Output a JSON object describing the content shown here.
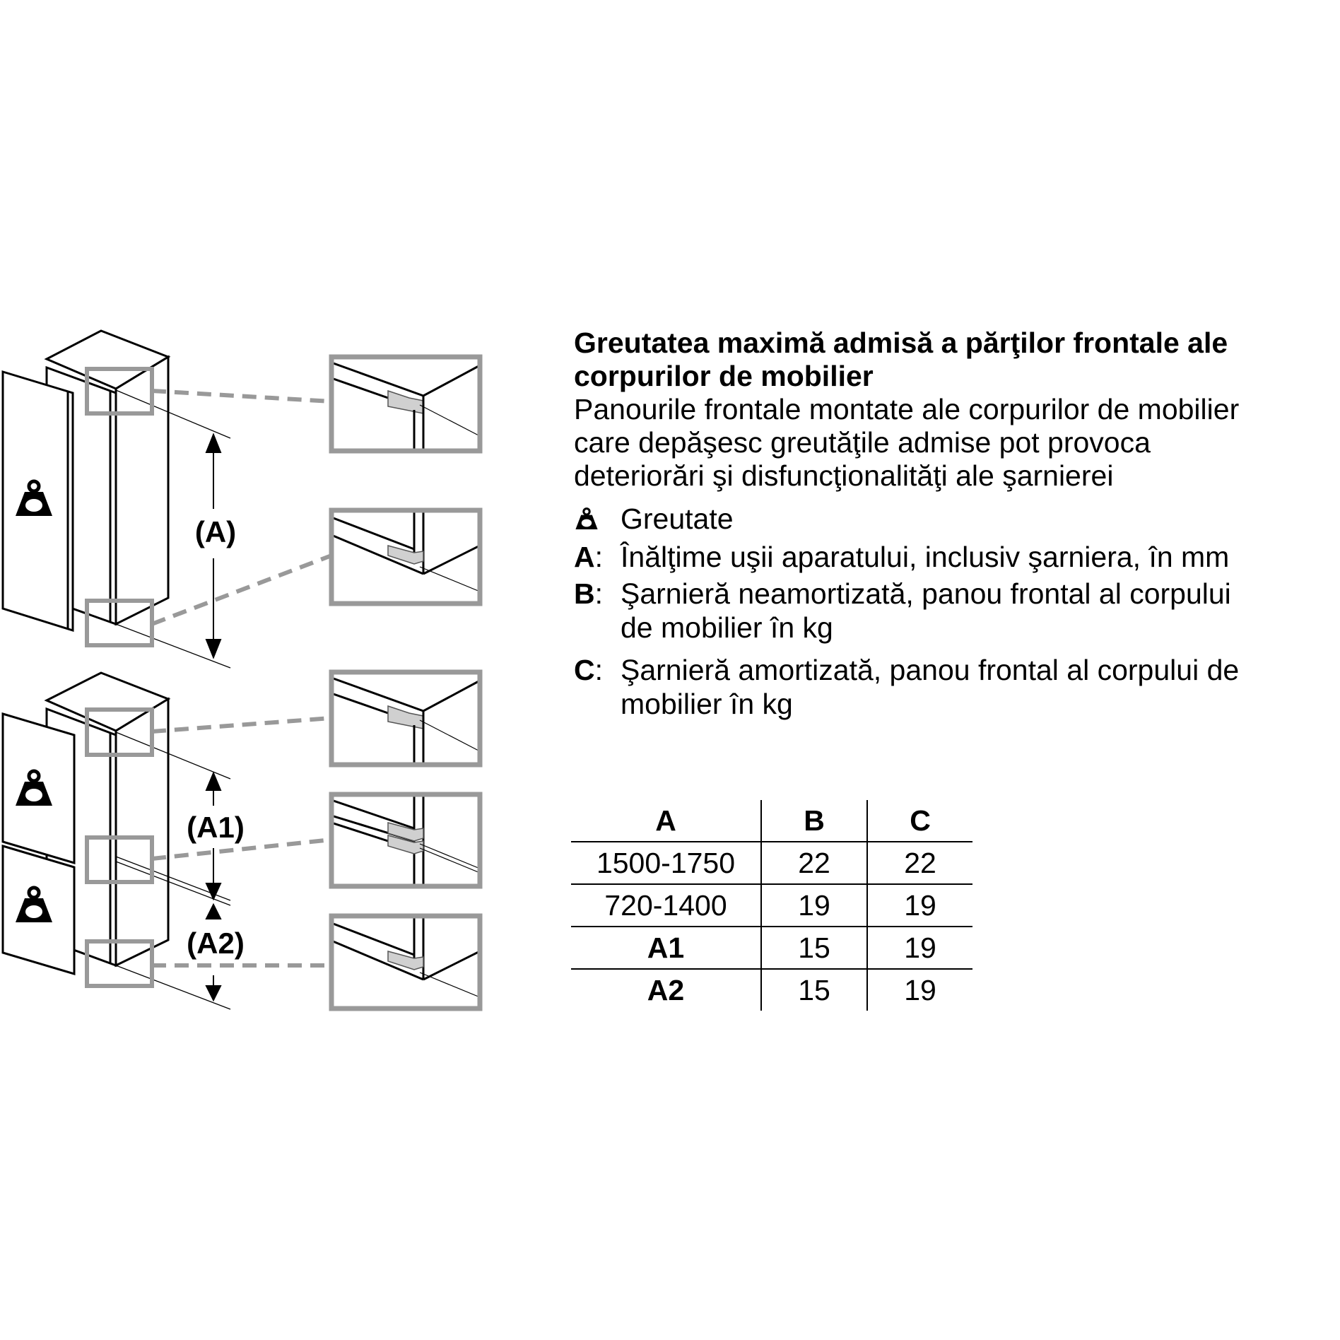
{
  "title": [
    "Greutatea maximă admisă a părţilor frontale ale",
    "corpurilor de mobilier"
  ],
  "body": [
    "Panourile frontale montate ale corpurilor de mobilier",
    "care depăşesc greutăţile admise pot provoca",
    "deteriorări şi disfuncţionalităţi ale şarnierei"
  ],
  "legend": {
    "weight_icon": "weight-icon",
    "weight_label": "Greutate",
    "items": [
      {
        "key": "A",
        "lines": [
          "Înălţime uşii aparatului, inclusiv şarniera, în mm"
        ]
      },
      {
        "key": "B",
        "lines": [
          "Şarnieră neamortizată, panou frontal al corpului",
          "de mobilier în kg"
        ]
      },
      {
        "key": "C",
        "lines": [
          "Şarnieră amortizată, panou frontal al corpului de",
          "mobilier în kg"
        ]
      }
    ]
  },
  "table": {
    "headers": [
      "A",
      "B",
      "C"
    ],
    "rows": [
      [
        "1500-1750",
        "22",
        "22"
      ],
      [
        "720-1400",
        "19",
        "19"
      ],
      [
        "A1",
        "15",
        "19"
      ],
      [
        "A2",
        "15",
        "19"
      ]
    ]
  },
  "diagram": {
    "label_a": "(A)",
    "label_a1": "(A1)",
    "label_a2": "(A2)",
    "callout_color": "#999999",
    "hinge_color": "#d0d0d0"
  }
}
